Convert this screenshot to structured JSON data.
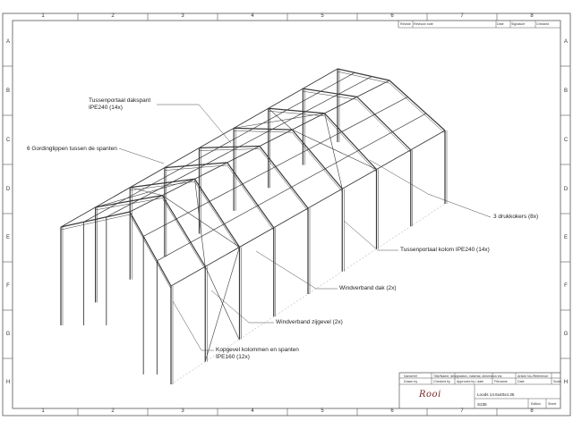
{
  "grid": {
    "columns": [
      "1",
      "2",
      "3",
      "4",
      "5",
      "6",
      "7",
      "8"
    ],
    "rows": [
      "A",
      "B",
      "C",
      "D",
      "E",
      "F",
      "G",
      "H"
    ]
  },
  "revision_block": {
    "headers": [
      "Revisie",
      "Revision note",
      "Date",
      "Signature",
      "Checked"
    ]
  },
  "callouts": {
    "tussenportaal_dakspant": {
      "line1": "Tussenportaal dakspant",
      "line2": "IPE240 (14x)"
    },
    "gordinglippen": "6 Gordinglippen tussen de spanten",
    "drukkokers": "3 drukkokers (8x)",
    "tussenportaal_kolom": "Tussenportaal kolom IPE240 (14x)",
    "windverband_dak": "Windverband dak (2x)",
    "windverband_zijgevel": "Windverband zijgevel (2x)",
    "kopgevel": {
      "line1": "Kopgevel kolommen en spanten",
      "line2": "IPE160 (12x)"
    }
  },
  "title_block": {
    "row1": {
      "name": "Name/ref",
      "title": "Title/Name, designation, material, dimension etc",
      "article": "Article No./Reference"
    },
    "row2": {
      "drawn_by": "Drawn by",
      "checked_by": "Checked by",
      "approved": "Approved by / date",
      "filename": "Filename",
      "date": "Date",
      "scale": "Scale"
    },
    "project": "Loods 14.6x40x4.35",
    "drawing_no": "S235",
    "edition_label": "Edition",
    "sheet_label": "Sheet",
    "logo": "Rooi"
  },
  "colors": {
    "line": "#3a3a3a",
    "frame": "#555555",
    "leader": "#4a4a4a",
    "logo": "#7a2b2b"
  }
}
